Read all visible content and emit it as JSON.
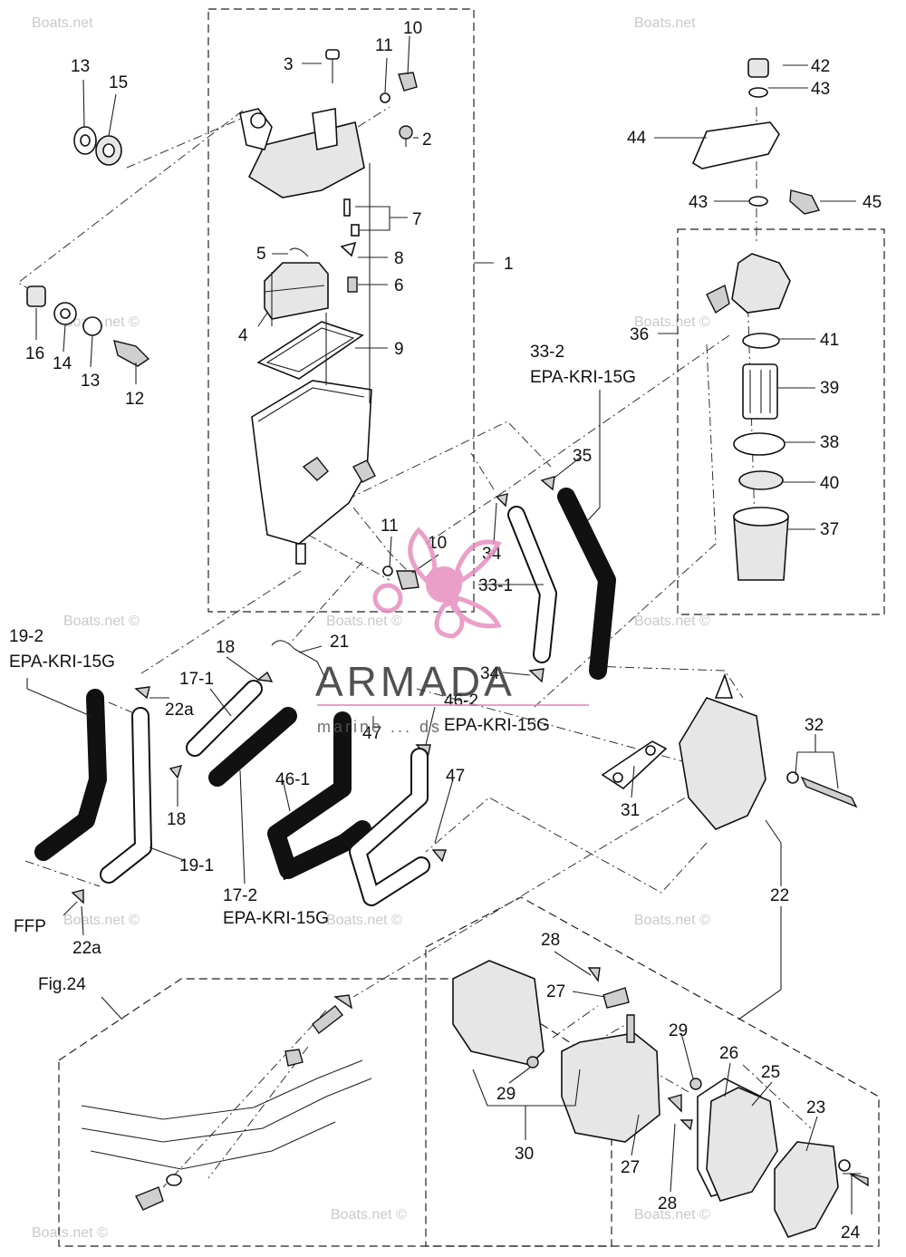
{
  "labels": {
    "p1": "1",
    "p2": "2",
    "p3": "3",
    "p4": "4",
    "p5": "5",
    "p6": "6",
    "p7": "7",
    "p8": "8",
    "p9": "9",
    "p10a": "10",
    "p10b": "10",
    "p11a": "11",
    "p11b": "11",
    "p12": "12",
    "p13a": "13",
    "p13b": "13",
    "p14": "14",
    "p15": "15",
    "p16": "16",
    "p17_1": "17-1",
    "p17_2": "17-2",
    "p17_2code": "EPA-KRI-15G",
    "p18a": "18",
    "p18b": "18",
    "p19_1": "19-1",
    "p19_2": "19-2",
    "p19_2code": "EPA-KRI-15G",
    "p21": "21",
    "p22": "22",
    "p22a1": "22a",
    "p22a2": "22a",
    "p23": "23",
    "p24": "24",
    "p25": "25",
    "p26": "26",
    "p27a": "27",
    "p27b": "27",
    "p28a": "28",
    "p28b": "28",
    "p29a": "29",
    "p29b": "29",
    "p30": "30",
    "p31": "31",
    "p32": "32",
    "p33_1": "33-1",
    "p33_2": "33-2",
    "p33_2code": "EPA-KRI-15G",
    "p34a": "34",
    "p34b": "34",
    "p35": "35",
    "p36": "36",
    "p37": "37",
    "p38": "38",
    "p39": "39",
    "p40": "40",
    "p41": "41",
    "p42": "42",
    "p43a": "43",
    "p43b": "43",
    "p44": "44",
    "p45": "45",
    "p46_1": "46-1",
    "p46_2": "46-2",
    "p46_2code": "EPA-KRI-15G",
    "p47a": "47",
    "p47b": "47",
    "ffp": "FFP",
    "fig": "Fig.24"
  },
  "watermarks": {
    "site": "Boats.net",
    "site_c": "Boats.net ©"
  },
  "brand": {
    "name": "ARMADA",
    "tagline": "marine ... ds"
  },
  "colors": {
    "line": "#111111",
    "logo_pink": "#e78fc0",
    "watermark": "#c9c9c9"
  }
}
